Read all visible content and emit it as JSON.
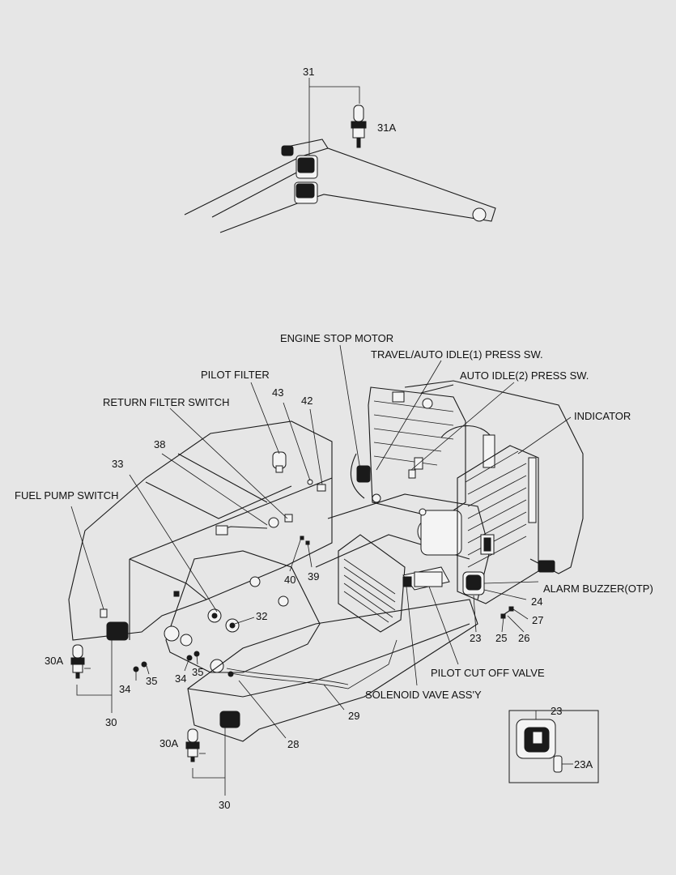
{
  "labels": {
    "engine_stop_motor": "ENGINE STOP MOTOR",
    "travel_auto_idle": "TRAVEL/AUTO IDLE(1) PRESS SW.",
    "auto_idle_2": "AUTO IDLE(2) PRESS SW.",
    "indicator": "INDICATOR",
    "pilot_filter": "PILOT FILTER",
    "return_filter_switch": "RETURN FILTER SWITCH",
    "fuel_pump_switch": "FUEL PUMP SWITCH",
    "alarm_buzzer": "ALARM BUZZER(OTP)",
    "pilot_cut_off_valve": "PILOT CUT OFF VALVE",
    "solenoid_valve": "SOLENOID VAVE ASS'Y"
  },
  "callouts": {
    "n31": "31",
    "n31a": "31A",
    "n43": "43",
    "n42": "42",
    "n38": "38",
    "n33": "33",
    "n40": "40",
    "n39": "39",
    "n32": "32",
    "n24": "24",
    "n27": "27",
    "n23": "23",
    "n25": "25",
    "n26": "26",
    "n30a_left": "30A",
    "n34_left": "34",
    "n35_left": "35",
    "n34_mid": "34",
    "n35_mid": "35",
    "n30_left": "30",
    "n29": "29",
    "n28": "28",
    "n30a_bottom": "30A",
    "n30_bottom": "30",
    "n23_inset": "23",
    "n23a": "23A"
  }
}
